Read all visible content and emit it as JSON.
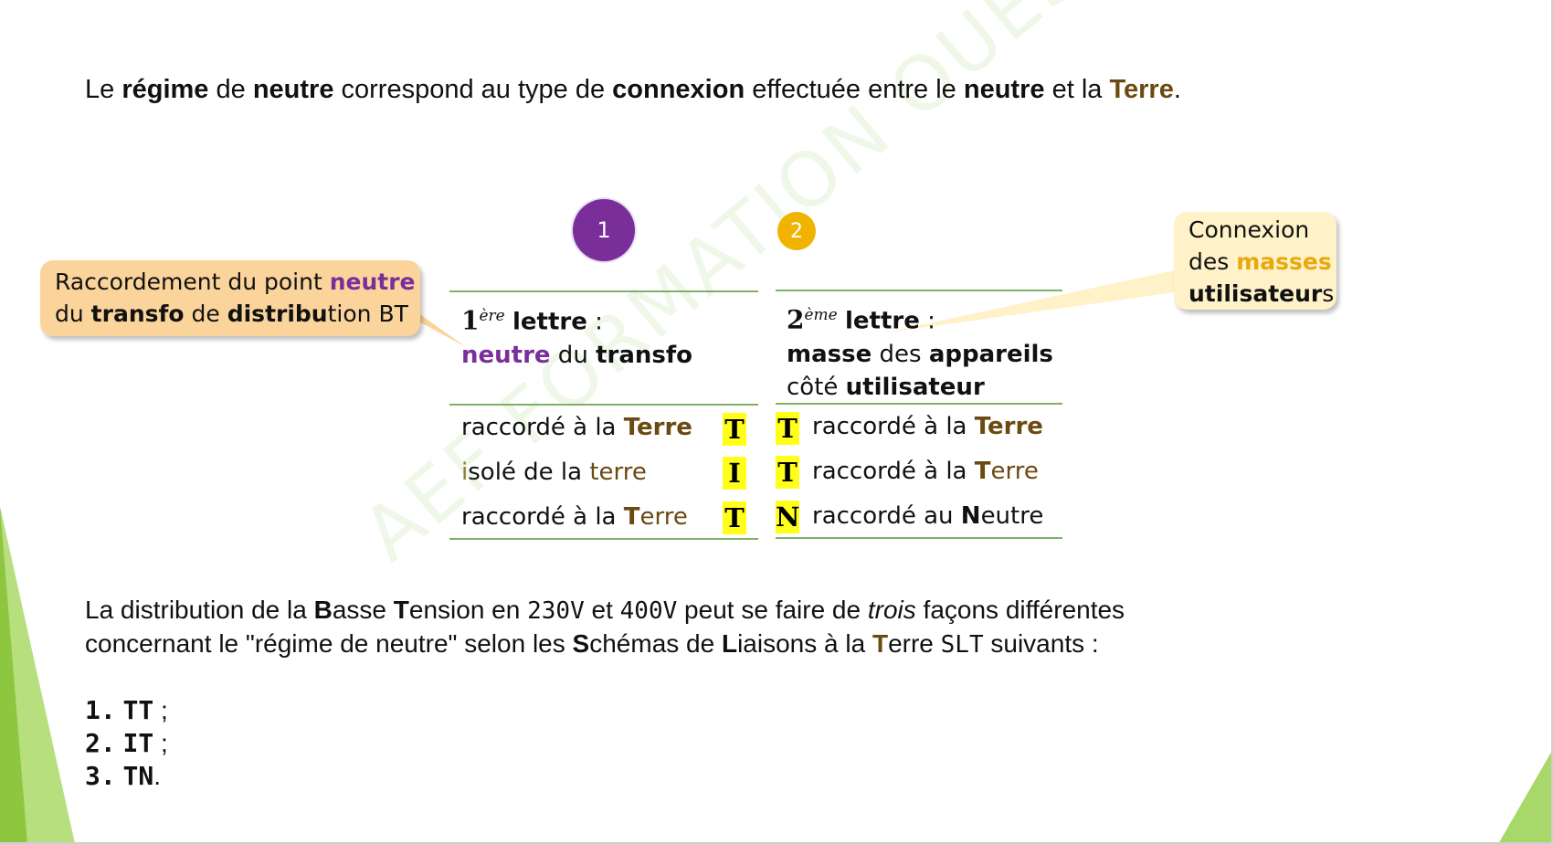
{
  "intro": {
    "p1": "Le ",
    "w1": "régime",
    "p2": " de ",
    "w2": "neutre",
    "p3": " correspond au type de ",
    "w3": "connexion",
    "p4": " effectuée entre le ",
    "w4": "neutre",
    "p5": " et la ",
    "w5": "Terre",
    "p6": "."
  },
  "badges": {
    "one": "1",
    "two": "2"
  },
  "callout_left": {
    "a": "Raccordement du point ",
    "b": "neutre",
    "c": "du ",
    "d": "transfo",
    "e": " de ",
    "f": "distribu",
    "g": "tion BT"
  },
  "callout_right": {
    "a": "Connexion",
    "b": "des ",
    "c": "masses",
    "d": "utilisateur",
    "e": "s"
  },
  "col1": {
    "num": "1",
    "sup": "ère",
    "lettre": "lettre",
    "colon": " :",
    "l2a": "neutre",
    "l2b": " du ",
    "l2c": "transfo",
    "rows": [
      {
        "a": "raccordé à la ",
        "b": "Terre",
        "letter": "T"
      },
      {
        "a": "i",
        "b": "solé de la ",
        "c": "terre",
        "letter": "I"
      },
      {
        "a": "raccordé à la ",
        "b": "T",
        "c": "erre",
        "letter": "T"
      }
    ]
  },
  "col2": {
    "num": "2",
    "sup": "ème",
    "lettre": "lettre",
    "colon": " :",
    "l2a": "masse",
    "l2b": " des ",
    "l2c": "appareils",
    "l3a": "côté ",
    "l3b": "utilisateur",
    "rows": [
      {
        "letter": "T",
        "a": "raccordé à la ",
        "b": "Terre"
      },
      {
        "letter": "T",
        "a": "raccordé à la ",
        "b": "T",
        "c": "erre"
      },
      {
        "letter": "N",
        "a": "raccordé au ",
        "b": "N",
        "c": "eutre"
      }
    ]
  },
  "para": {
    "a": "La distribution de la ",
    "B": "B",
    "b": "asse ",
    "T": "T",
    "c": "ension en ",
    "v1": "230V",
    "d": " et ",
    "v2": "400V",
    "e": " peut se faire de ",
    "f": "trois",
    "g": " façons différentes",
    "h": "concernant le \"régime de neutre\" selon les ",
    "S": "S",
    "i": "chémas de ",
    "L": "L",
    "j": "iaisons à la ",
    "T2": "T",
    "k": "erre ",
    "slt": "SLT",
    "l": " suivants :"
  },
  "list": [
    {
      "n": "1.",
      "v": "TT",
      "p": " ;"
    },
    {
      "n": "2.",
      "v": "IT",
      "p": " ;"
    },
    {
      "n": "3.",
      "v": "TN",
      "p": "."
    }
  ],
  "watermark": "AEF FORMATION OUEST",
  "colors": {
    "purple": "#7a2e9a",
    "gold": "#f0b400",
    "brown": "#6b4a12",
    "green_line": "#7fb069",
    "highlight": "#ffff1a"
  }
}
